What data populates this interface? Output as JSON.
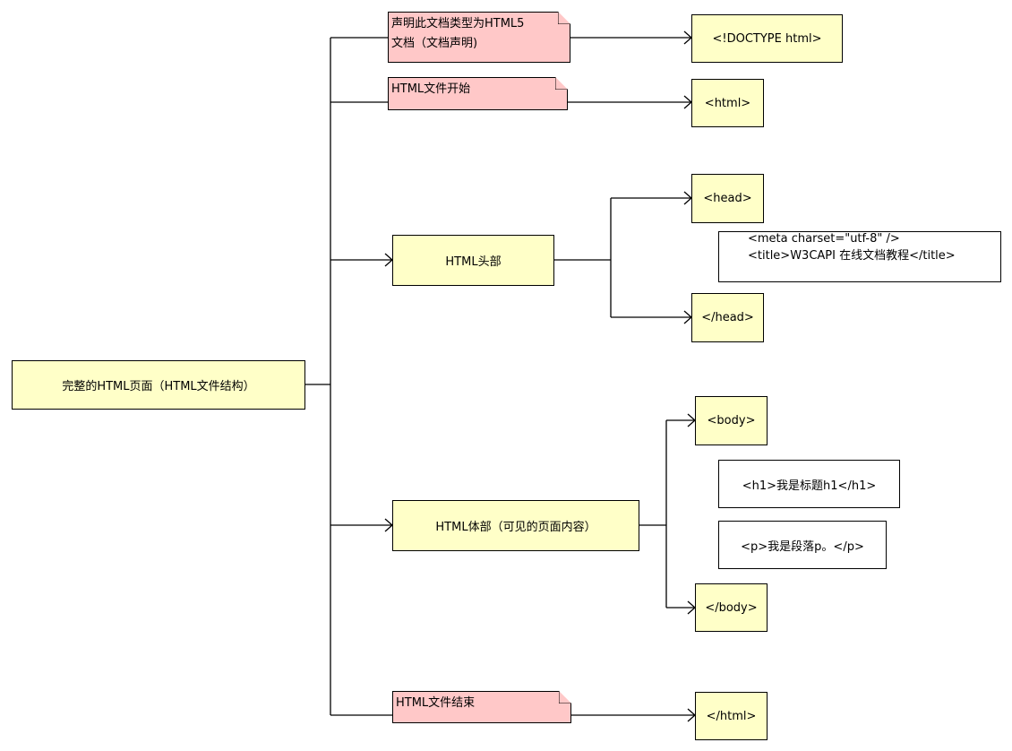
{
  "root": {
    "label": "完整的HTML页面（HTML文件结构）"
  },
  "notes": {
    "doctype": [
      "声明此文档类型为HTML5",
      "文档（文档声明)"
    ],
    "html_start": "HTML文件开始",
    "html_end": "HTML文件结束"
  },
  "sections": {
    "head": "HTML头部",
    "body": "HTML体部（可见的页面内容）"
  },
  "tags": {
    "doctype": "<!DOCTYPE html>",
    "html_open": "<html>",
    "head_open": "<head>",
    "head_close": "</head>",
    "body_open": "<body>",
    "body_close": "</body>",
    "html_close": "</html>"
  },
  "content": {
    "head_lines": [
      "<meta charset=\"utf-8\" />",
      "<title>W3CAPI 在线文档教程</title>"
    ],
    "h1": "<h1>我是标题h1</h1>",
    "p": "<p>我是段落p。</p>"
  },
  "colors": {
    "box_fill": "#ffffc8",
    "note_fill": "#ffc8c8",
    "stroke": "#000000"
  }
}
